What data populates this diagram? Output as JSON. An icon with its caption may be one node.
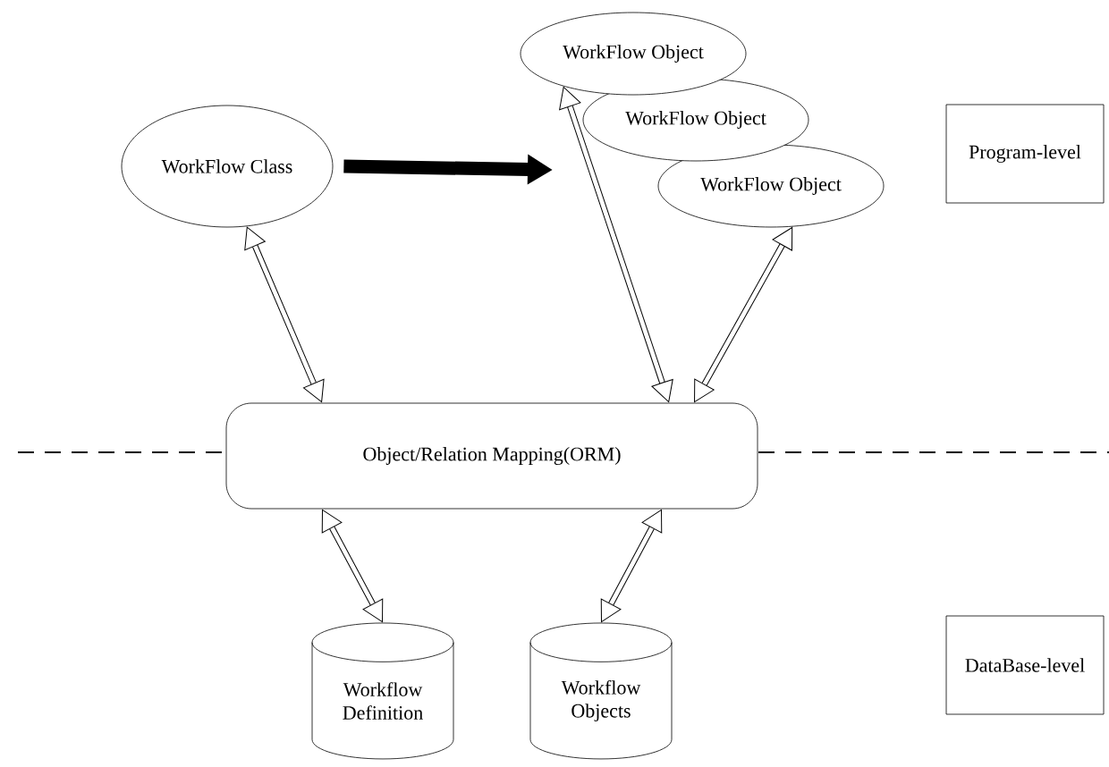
{
  "diagram": {
    "nodes": [
      {
        "text": [
          "WorkFlow Class"
        ]
      },
      {
        "text": [
          "WorkFlow Object"
        ]
      },
      {
        "text": [
          "WorkFlow Object"
        ]
      },
      {
        "text": [
          "WorkFlow Object"
        ]
      },
      {
        "text": [
          "Program-level"
        ]
      },
      {
        "text": [
          "Object/Relation Mapping(ORM)"
        ]
      },
      {
        "text": [
          "Workflow Definition"
        ]
      },
      {
        "text": [
          "Workflow Objects"
        ]
      },
      {
        "text": [
          "DataBase-level"
        ]
      }
    ],
    "edges": [
      {
        "from": 0,
        "to": null,
        "arrow": "to",
        "style": "thick"
      },
      {
        "from": 0,
        "to": 5,
        "arrow": "both"
      },
      {
        "from": 1,
        "to": 5,
        "arrow": "both"
      },
      {
        "from": 3,
        "to": 5,
        "arrow": "both"
      },
      {
        "from": 5,
        "to": 6,
        "arrow": "both"
      },
      {
        "from": 5,
        "to": 7,
        "arrow": "both"
      }
    ]
  }
}
